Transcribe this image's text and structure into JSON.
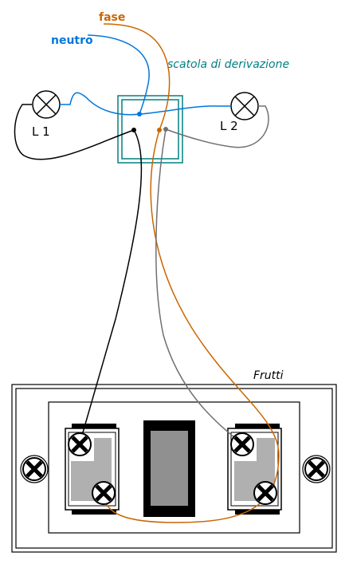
{
  "labels": {
    "fase": "fase",
    "neutro": "neutro",
    "junction_box": "scatola di derivazione",
    "lamp1": "L 1",
    "lamp2": "L 2",
    "fittings": "Frutti"
  },
  "colors": {
    "fase": "#cc6600",
    "neutro": "#0077dd",
    "junction_box": "#008080",
    "return_wire_l1": "#000000",
    "return_wire_l2": "#707070",
    "terminal_plate": "#b0b0b0",
    "center_insert": "#909090"
  },
  "icons": {
    "lamp": "crossed-circle-lamp-symbol",
    "terminal_screw": "crossed-circle-screw",
    "mounting_screw": "crossed-circle-screw"
  }
}
